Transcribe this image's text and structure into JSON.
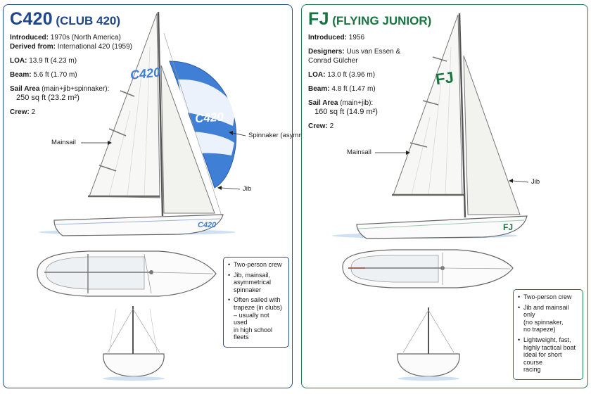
{
  "c420": {
    "title_main": "C420",
    "title_sub": "(CLUB 420)",
    "specs": {
      "introduced_label": "Introduced:",
      "introduced_value": "1970s (North America)",
      "derived_label": "Derived from:",
      "derived_value": "International 420 (1959)",
      "loa_label": "LOA:",
      "loa_value": "13.9 ft (4.23 m)",
      "beam_label": "Beam:",
      "beam_value": "5.6 ft (1.70 m)",
      "sail_label": "Sail Area",
      "sail_note": "(main+jib+spinnaker):",
      "sail_value": "250 sq ft (23.2 m²)",
      "crew_label": "Crew:",
      "crew_value": "2"
    },
    "sail_logo": "C420",
    "spinnaker_logo": "C420",
    "hull_logo": "C420",
    "labels": {
      "mainsail": "Mainsail",
      "spinnaker_1": "Spinnaker",
      "spinnaker_2": "(asymmetrical)",
      "jib": "Jib"
    },
    "notes": {
      "n1": "Two-person crew",
      "n2_1": "Jib, mainsail,",
      "n2_2": "asymmetrical",
      "n2_3": "spinnaker",
      "n3_1": "Often sailed with",
      "n3_2": "trapeze (in clubs)",
      "n3_3": "– usually not used",
      "n3_4": "in high school fleets"
    }
  },
  "fj": {
    "title_main": "FJ",
    "title_sub": "(FLYING JUNIOR)",
    "specs": {
      "introduced_label": "Introduced:",
      "introduced_value": "1956",
      "designers_label": "Designers:",
      "designers_value_1": "Uus van Essen &",
      "designers_value_2": "Conrad Gülcher",
      "loa_label": "LOA:",
      "loa_value": "13.0 ft (3.96 m)",
      "beam_label": "Beam:",
      "beam_value": "4.8 ft (1.47 m)",
      "sail_label": "Sail Area",
      "sail_note": "(main+jib):",
      "sail_value": "160 sq ft (14.9 m²)",
      "crew_label": "Crew:",
      "crew_value": "2"
    },
    "sail_logo": "FJ",
    "hull_logo": "FJ",
    "labels": {
      "mainsail": "Mainsail",
      "jib": "Jib"
    },
    "notes": {
      "n1": "Two-person crew",
      "n2_1": "Jib and mainsail only",
      "n2_2": "(no spinnaker,",
      "n2_3": "no trapeze)",
      "n3_1": "Lightweight, fast,",
      "n3_2": "highly tactical boat",
      "n3_3": "ideal for short course",
      "n3_4": "racing"
    }
  },
  "colors": {
    "c420_accent": "#1e4688",
    "fj_accent": "#17733f",
    "spinnaker_blue": "#3f7fd6",
    "sail_white": "#f7f7f5",
    "water": "#cfe0f2"
  }
}
